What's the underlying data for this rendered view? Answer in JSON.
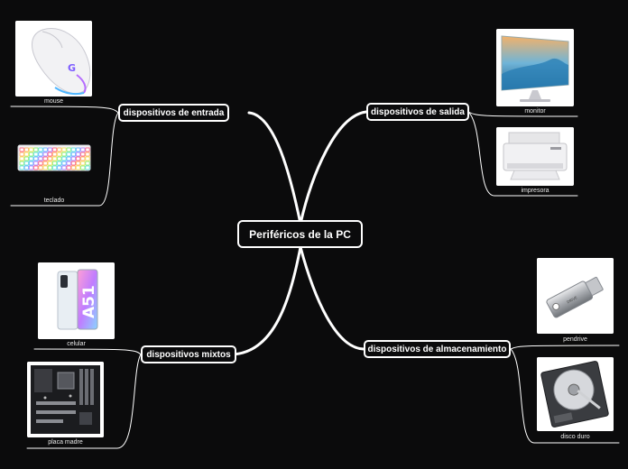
{
  "central": {
    "label": "Periféricos de la PC"
  },
  "branches": {
    "entrada": {
      "label": "dispositivos de entrada"
    },
    "salida": {
      "label": "dispositivos de salida"
    },
    "mixtos": {
      "label": "dispositivos mixtos"
    },
    "almacenamiento": {
      "label": "dispositivos de almacenamiento"
    }
  },
  "leaves": {
    "mouse": {
      "label": "mouse",
      "icon": "mouse-image"
    },
    "teclado": {
      "label": "teclado",
      "icon": "keyboard-image"
    },
    "monitor": {
      "label": "monitor",
      "icon": "monitor-image"
    },
    "impresora": {
      "label": "impresora",
      "icon": "printer-image"
    },
    "celular": {
      "label": "celular",
      "icon": "phone-image",
      "phone_text": "A51"
    },
    "placa_madre": {
      "label": "placa madre",
      "icon": "motherboard-image"
    },
    "pendrive": {
      "label": "pendrive",
      "icon": "usb-drive-image"
    },
    "disco_duro": {
      "label": "disco duro",
      "icon": "hard-disk-image"
    }
  },
  "colors": {
    "background": "#0b0b0c",
    "lines": "#ffffff",
    "node_border": "#ffffff",
    "text": "#ffffff"
  }
}
